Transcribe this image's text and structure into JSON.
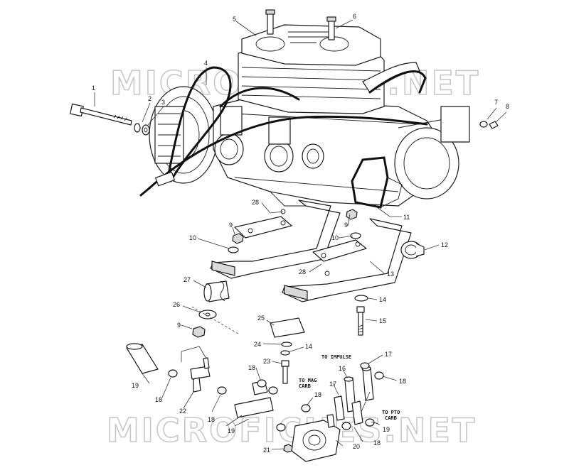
{
  "watermark": "MICROFICHES.NET",
  "callouts": [
    "1",
    "2",
    "3",
    "4",
    "5",
    "6",
    "7",
    "8",
    "9",
    "10",
    "11",
    "12",
    "13",
    "14",
    "15",
    "16",
    "17",
    "18",
    "19",
    "20",
    "21",
    "22",
    "23",
    "24",
    "25",
    "26",
    "27",
    "28"
  ],
  "notes": {
    "to_impulse": "TO IMPULSE",
    "to_mag_carb_1": "TO MAG",
    "to_mag_carb_2": "CARB",
    "to_pto_carb_1": "TO PTO",
    "to_pto_carb_2": "CARB"
  }
}
